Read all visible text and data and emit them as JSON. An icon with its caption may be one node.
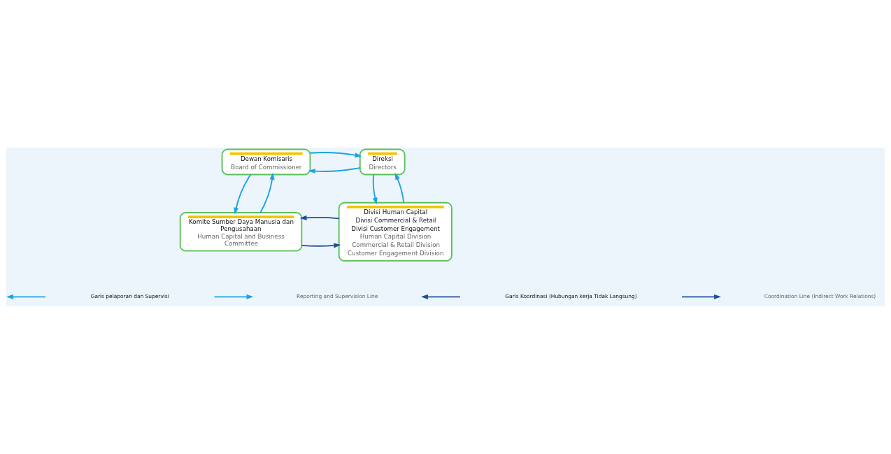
{
  "diagram": {
    "nodes": [
      {
        "text": [
          "Dewan Komisaris",
          "Board of Commissioner"
        ]
      },
      {
        "text": [
          "Direksi",
          "Directors"
        ]
      },
      {
        "text": [
          "Komite Sumber Daya Manusia dan Pengusahaan",
          "Human Capital and Business Committee"
        ]
      },
      {
        "text": [
          "Divisi Human Capital",
          "Divisi Commercial & Retail",
          "Divisi Customer Engagement",
          "Human Capital Division",
          "Commercial & Retail Division",
          "Customer Engagement Division"
        ]
      }
    ],
    "edges": [
      {
        "from": 1,
        "to": 0,
        "arrow": "to"
      },
      {
        "from": 0,
        "to": 1,
        "arrow": "to"
      },
      {
        "from": 2,
        "to": 0,
        "arrow": "to"
      },
      {
        "from": 0,
        "to": 2,
        "arrow": "to"
      },
      {
        "from": 3,
        "to": 1,
        "arrow": "to"
      },
      {
        "from": 1,
        "to": 3,
        "arrow": "to"
      },
      {
        "from": 2,
        "to": 3,
        "arrow": "to",
        "color": "#1f4e9c"
      },
      {
        "from": 3,
        "to": 2,
        "arrow": "to",
        "color": "#1f4e9c"
      }
    ],
    "legend": [
      {
        "text": "Garis pelaporan dan Supervisi"
      },
      {
        "text": "Reporting and Supervision Line"
      },
      {
        "text": "Garis Koordinasi (Hubungan kerja Tidak Langsung)"
      },
      {
        "text": "Coordination Line (Indirect Work Relations)"
      }
    ]
  }
}
